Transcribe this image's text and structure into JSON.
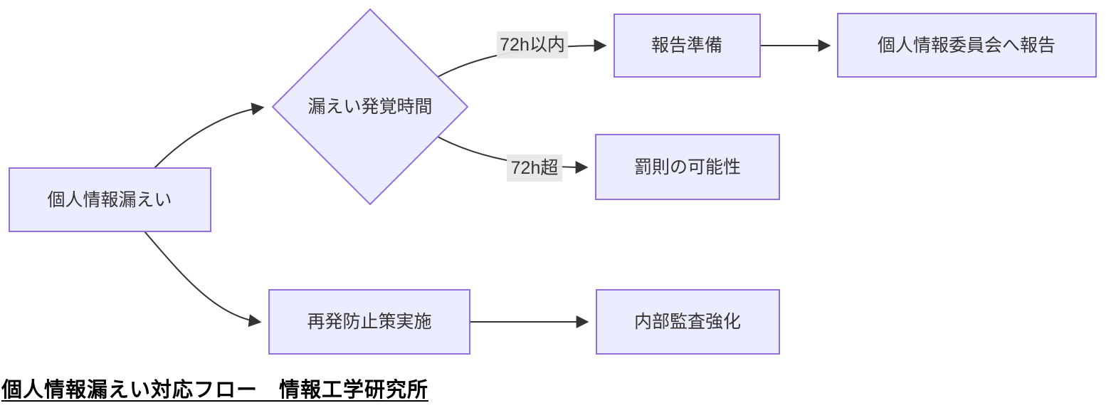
{
  "diagram": {
    "type": "flowchart",
    "nodes": {
      "start": {
        "label": "個人情報漏えい",
        "shape": "rect"
      },
      "decision": {
        "label": "漏えい発覚時間",
        "shape": "diamond"
      },
      "report_prep": {
        "label": "報告準備",
        "shape": "rect"
      },
      "report_committee": {
        "label": "個人情報委員会へ報告",
        "shape": "rect"
      },
      "penalty": {
        "label": "罰則の可能性",
        "shape": "rect"
      },
      "prevention": {
        "label": "再発防止策実施",
        "shape": "rect"
      },
      "audit": {
        "label": "内部監査強化",
        "shape": "rect"
      }
    },
    "edges": [
      {
        "from": "start",
        "to": "decision",
        "label": ""
      },
      {
        "from": "start",
        "to": "prevention",
        "label": ""
      },
      {
        "from": "decision",
        "to": "report_prep",
        "label": "72h以内"
      },
      {
        "from": "decision",
        "to": "penalty",
        "label": "72h超"
      },
      {
        "from": "report_prep",
        "to": "report_committee",
        "label": ""
      },
      {
        "from": "prevention",
        "to": "audit",
        "label": ""
      }
    ],
    "edge_labels": {
      "within_72h": "72h以内",
      "over_72h": "72h超"
    },
    "colors": {
      "node_fill": "#ECECFF",
      "node_border": "#9370DB",
      "edge": "#333333",
      "edge_label_bg": "#e8e8e8",
      "node_text": "#333333",
      "caption_text": "#000000"
    }
  },
  "caption": "個人情報漏えい対応フロー　情報工学研究所"
}
